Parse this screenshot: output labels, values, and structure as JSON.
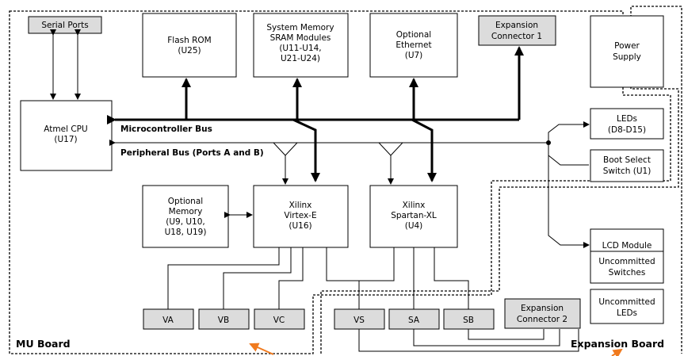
{
  "boxes": {
    "serial_ports": "Serial Ports",
    "flash_rom": [
      "Flash ROM",
      "(U25)"
    ],
    "system_memory": [
      "System Memory",
      "SRAM Modules",
      "(U11-U14,",
      "U21-U24)"
    ],
    "optional_ethernet": [
      "Optional",
      "Ethernet",
      "(U7)"
    ],
    "expansion_connector_1": [
      "Expansion",
      "Connector 1"
    ],
    "power_supply": [
      "Power",
      "Supply"
    ],
    "atmel_cpu": [
      "Atmel CPU",
      "(U17)"
    ],
    "leds": [
      "LEDs",
      "(D8-D15)"
    ],
    "boot_select": [
      "Boot Select",
      "Switch (U1)"
    ],
    "optional_memory": [
      "Optional",
      "Memory",
      "(U9, U10,",
      "U18, U19)"
    ],
    "xilinx_virtex": [
      "Xilinx",
      "Virtex-E",
      "(U16)"
    ],
    "xilinx_spartan": [
      "Xilinx",
      "Spartan-XL",
      "(U4)"
    ],
    "lcd_module": "LCD Module",
    "uncommitted_switches": [
      "Uncommitted",
      "Switches"
    ],
    "uncommitted_leds": [
      "Uncommitted",
      "LEDs"
    ],
    "va": "VA",
    "vb": "VB",
    "vc": "VC",
    "vs": "VS",
    "sa": "SA",
    "sb": "SB",
    "expansion_connector_2": [
      "Expansion",
      "Connector 2"
    ]
  },
  "buses": {
    "microcontroller": "Microcontroller Bus",
    "peripheral": "Peripheral Bus (Ports A and B)"
  },
  "boards": {
    "mu": "MU Board",
    "expansion": "Expansion Board"
  },
  "colors": {
    "gray_box": "#dcdcdc",
    "annotation_arrow": "#f07a1e"
  }
}
